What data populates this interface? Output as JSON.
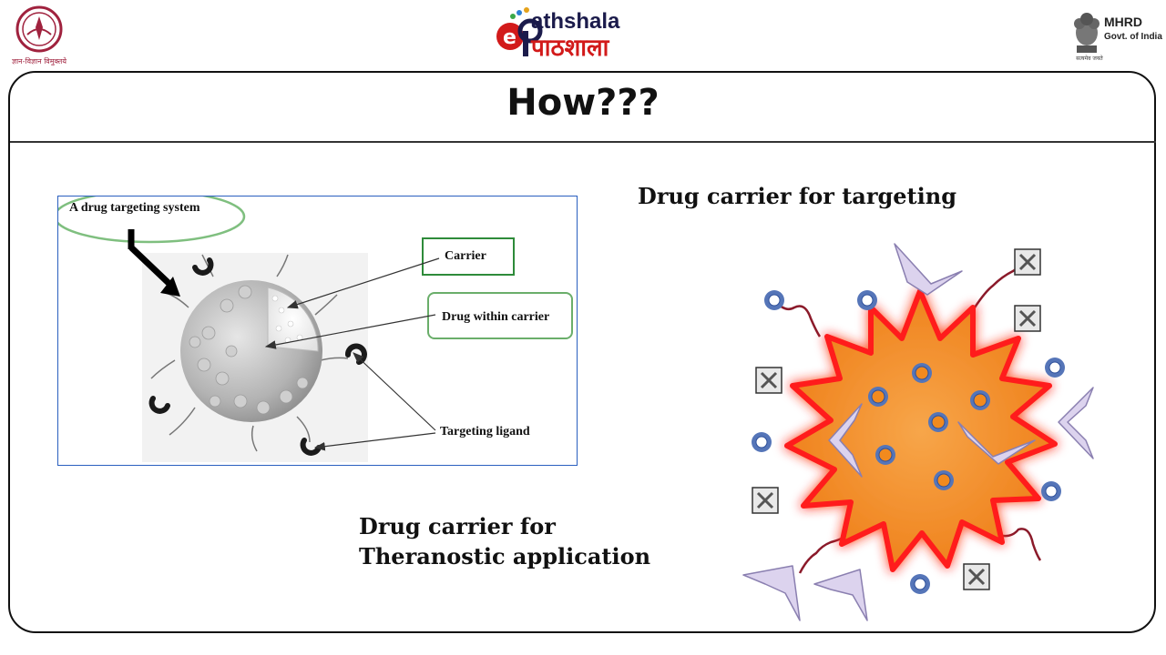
{
  "header": {
    "left_logo_caption": "ज्ञान-विज्ञान विमुक्तये",
    "brand_english": "athshala",
    "brand_hindi": "पाठशाला",
    "ministry": "MHRD",
    "ministry_sub": "Govt. of India",
    "emblem_caption": "सत्यमेव जयते"
  },
  "slide": {
    "title": "How???"
  },
  "diagram": {
    "system_label": "A drug targeting system",
    "carrier_label": "Carrier",
    "drug_label": "Drug within carrier",
    "ligand_label": "Targeting ligand"
  },
  "captions": {
    "targeting": "Drug carrier for targeting",
    "theranostic_line1": "Drug carrier for",
    "theranostic_line2": "Theranostic application"
  },
  "colors": {
    "oval_green": "#7fbf7f",
    "box_green": "#2e8b3a",
    "panel_blue": "#2a5fbf",
    "core_orange": "#f28a1e",
    "glow_red": "#ff1a1a",
    "ring_blue": "#4a6fb5",
    "ligand_lilac": "#d7cdea",
    "tether_maroon": "#8b1a2a"
  }
}
